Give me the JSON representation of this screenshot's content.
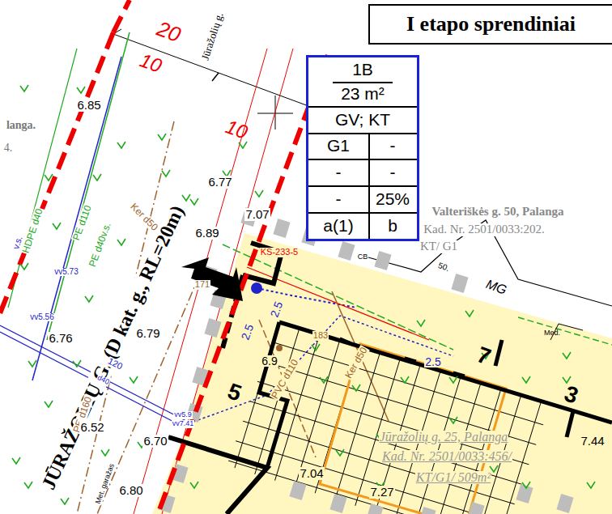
{
  "diagram": {
    "title": "I etapo sprendiniai",
    "nodes": [
      {
        "text": [
          "1B",
          "23 m²",
          "GV; KT",
          "G1",
          "-",
          "-",
          "-",
          "-",
          "25%",
          "a(1)",
          "b"
        ]
      }
    ],
    "labels": [
      "20",
      "10",
      "10",
      "Jūražolių g.",
      "langa.",
      "4.",
      "6.85",
      "6.77",
      "7.07",
      "6.89",
      "Valteriškės g. 50, Palanga",
      "Kad. Nr. 2501/0033:202.",
      "KT/ G1",
      "CB",
      "50.",
      "MG",
      "Med.",
      "7",
      "3",
      "5",
      "HDPE d40",
      "PE d110",
      "PE d40v.s.",
      "Ker d50",
      "vv5.73",
      "vv5.56",
      "6.76",
      "6.79",
      "JŪRAŽOLIŲ G. (D kat. g., RL=20m)",
      "KS-233-5",
      "2.5",
      "2.5",
      "2.5",
      "171",
      "183",
      "PVC d110",
      "Ker d50",
      "6.9",
      "120",
      "d40",
      "PE d160",
      "vv5.9",
      "vv7.41",
      "6.52",
      "6.70",
      "6.80",
      "7.04",
      "7.27",
      "7.44",
      "Jūražolių g. 25, Palanga",
      "Kad. Nr. 2501/0033:456/",
      "KT/G1/ 509m²",
      "Met. garažas",
      "v.s."
    ]
  }
}
